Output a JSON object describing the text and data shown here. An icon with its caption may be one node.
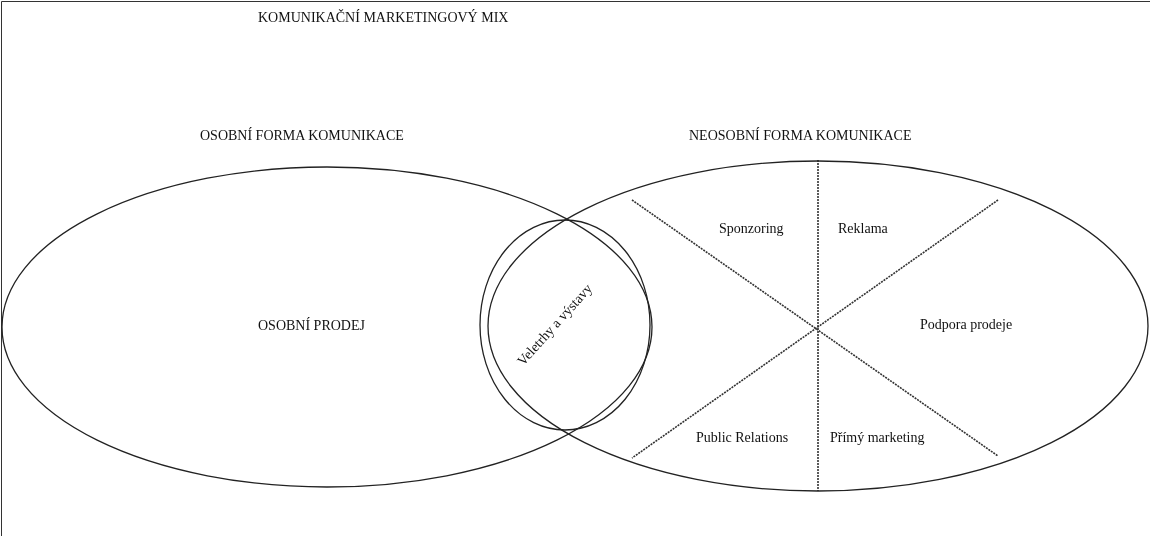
{
  "diagram": {
    "title": "KOMUNIKAČNÍ MARKETINGOVÝ MIX",
    "nodes": [
      {
        "text": [
          "OSOBNÍ FORMA KOMUNIKACE",
          "OSOBNÍ PRODEJ"
        ]
      },
      {
        "text": [
          "NEOSOBNÍ FORMA KOMUNIKACE"
        ]
      },
      {
        "text": [
          "Veletrhy a výstavy"
        ]
      }
    ],
    "edges": [],
    "labels": [
      "Sponzoring",
      "Reklama",
      "Podpora prodeje",
      "Public Relations",
      "Přímý marketing"
    ]
  }
}
